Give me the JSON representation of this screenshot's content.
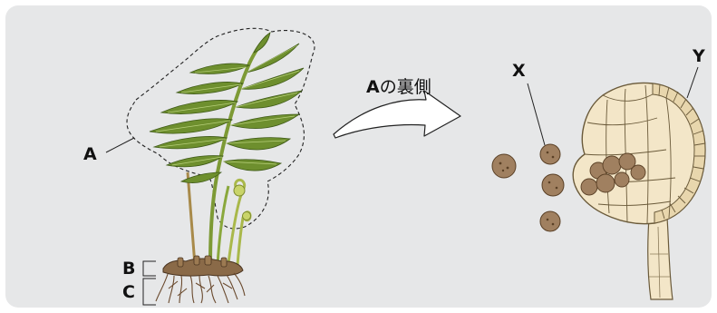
{
  "labels": {
    "a": "A",
    "b": "B",
    "c": "C",
    "x": "X",
    "y": "Y"
  },
  "arrow_caption": {
    "letter": "A",
    "text": "の裏側"
  },
  "colors": {
    "panel": "#e6e7e8",
    "frond": "#6e8f2e",
    "frond_light": "#98b35a",
    "stem": "#a9b34a",
    "rhizome": "#8a6a48",
    "root": "#6a4a2e",
    "sporangium": "#f3e6c8",
    "sporangium_outline": "#6a5a3a",
    "spore": "#a08060"
  }
}
